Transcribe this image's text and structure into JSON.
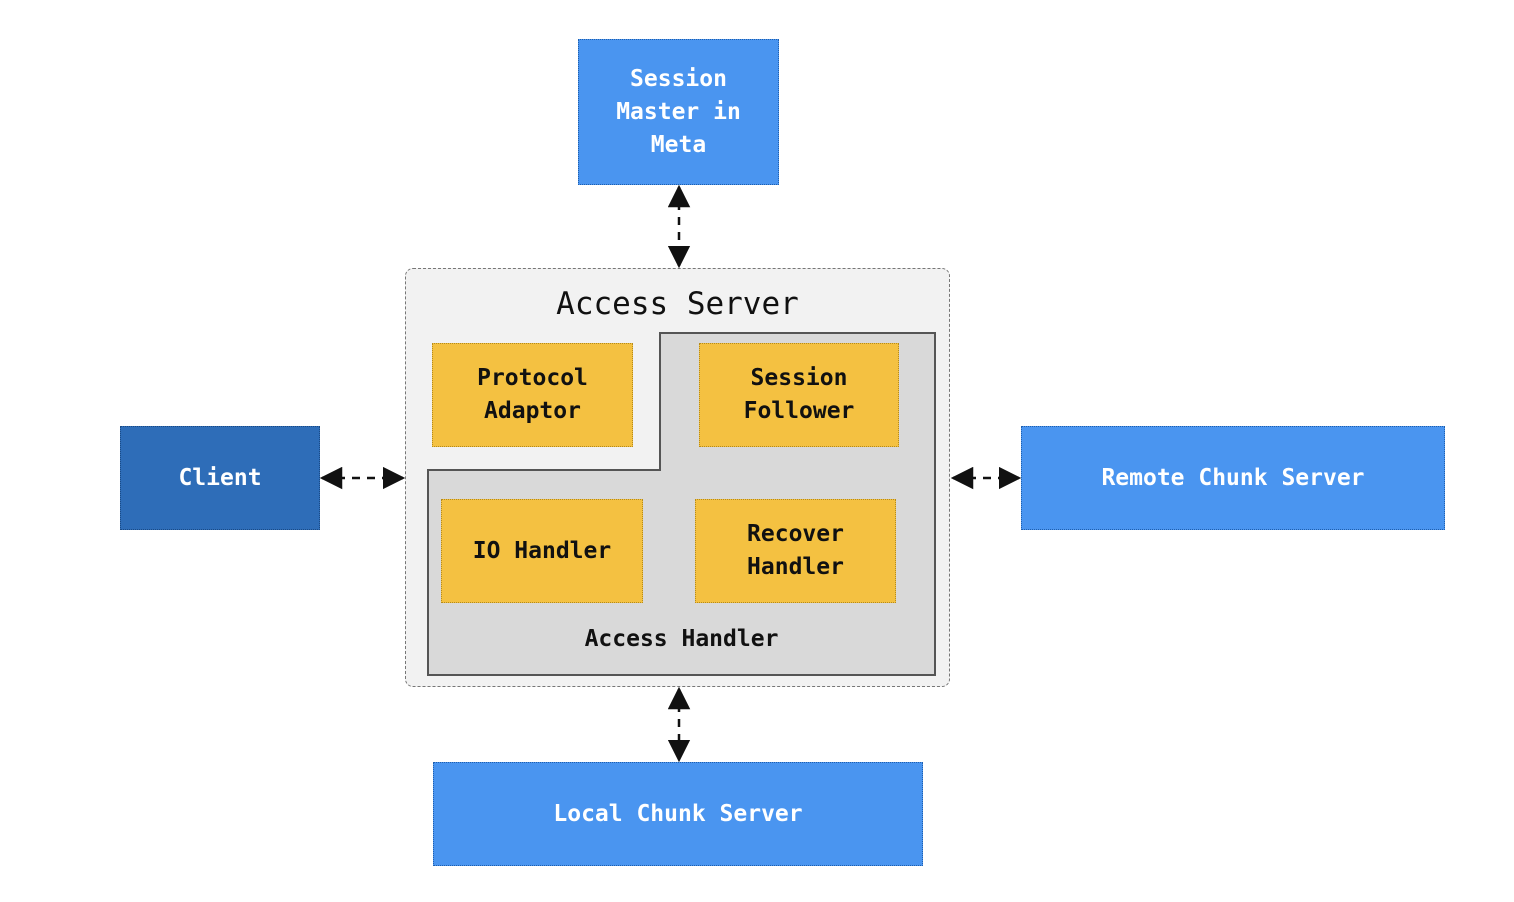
{
  "diagram": {
    "session_master": "Session\nMaster in\nMeta",
    "access_server": "Access Server",
    "protocol_adaptor": "Protocol\nAdaptor",
    "session_follower": "Session\nFollower",
    "io_handler": "IO Handler",
    "recover_handler": "Recover\nHandler",
    "access_handler": "Access Handler",
    "client": "Client",
    "remote_chunk_server": "Remote Chunk Server",
    "local_chunk_server": "Local Chunk Server"
  },
  "colors": {
    "blue": "#4a95f0",
    "dark_blue": "#2e6db8",
    "yellow": "#f4c141",
    "access_server_bg": "#f2f2f2",
    "access_handler_bg": "#d9d9d9"
  }
}
